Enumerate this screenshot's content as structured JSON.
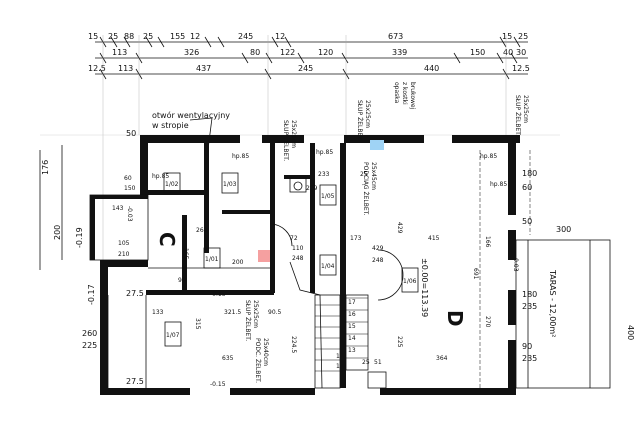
{
  "dimensions": {
    "row1": [
      "15",
      "25",
      "88",
      "25",
      "155",
      "12",
      "245",
      "12",
      "673",
      "15",
      "25"
    ],
    "row2": [
      "113",
      "326",
      "80",
      "122",
      "120",
      "339",
      "150",
      "40",
      "30"
    ],
    "row3": [
      "12.5",
      "113",
      "437",
      "245",
      "440",
      "12.5"
    ],
    "left": [
      "176",
      "200",
      "-0.19",
      "260",
      "225",
      "-0.17",
      "27.5",
      "27.5"
    ],
    "right": [
      "300",
      "400",
      "180",
      "235",
      "90",
      "235",
      "180",
      "50",
      "60",
      "50"
    ]
  },
  "annotations": {
    "vent": "otwór wentylacyjny",
    "vent2": "w stropie",
    "column_top_right": "SŁUP ŻELBET.",
    "column_top_right_size": "25x25cm",
    "column_mid1": "SŁUP ŻELBET.",
    "column_mid1_size": "25x25cm",
    "column_mid2": "SŁUP ŻELBET.",
    "column_mid2_size": "25x25cm",
    "opaska": "opaska",
    "opaska2": "z kostki",
    "opaska3": "brukowej",
    "podciag1": "PODCIĄG ŻELBET.",
    "podciag1_size": "25x45cm",
    "podciag2": "PODC. ŻELBET.",
    "podciag2_size": "25x40cm",
    "slup_low": "SŁUP ŻELBET.",
    "slup_low_size": "25x25cm",
    "terrace": "TARAS - 12,00m²",
    "level": "±0.00=113.39",
    "room_letter": "D",
    "entry_letter": "C"
  },
  "rooms": [
    "1/02",
    "1/03",
    "1/05",
    "1/04",
    "1/06",
    "1/07",
    "1/01"
  ],
  "room_dims": [
    "60",
    "150",
    "143",
    "105",
    "210",
    "269",
    "165",
    "110",
    "248",
    "429",
    "248",
    "233",
    "229",
    "429",
    "415",
    "166",
    "691",
    "270",
    "315",
    "321.5",
    "90.5",
    "635",
    "224.5",
    "364",
    "225",
    "133",
    "90",
    "200",
    "173",
    "25",
    "72"
  ],
  "levels": [
    "hp.85",
    "hp.85",
    "hp.85",
    "hp.85",
    "hp.85",
    "-0.15",
    "-0.15",
    "-0.03",
    "-0.03"
  ],
  "stairs": [
    "17",
    "16",
    "15",
    "14",
    "13",
    "12",
    "11",
    "25",
    "51"
  ]
}
